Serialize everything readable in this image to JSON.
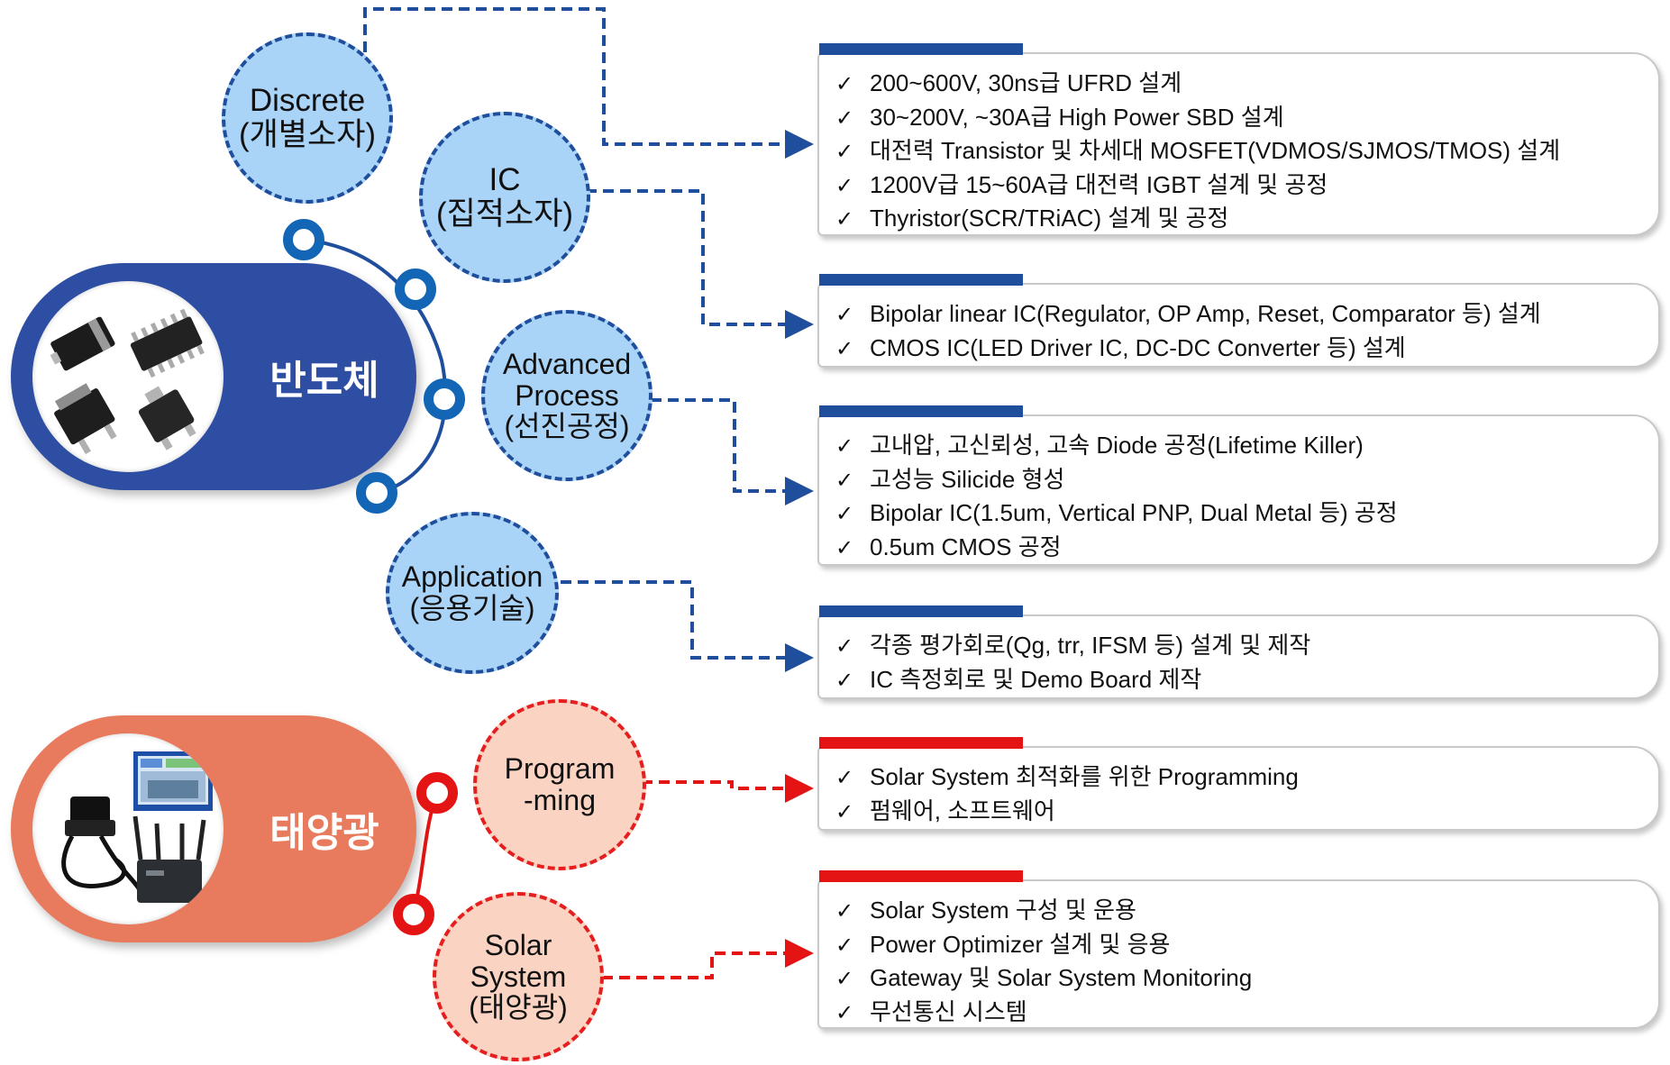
{
  "hubs": {
    "semiconductor": {
      "label": "반도체"
    },
    "solar": {
      "label": "태양광"
    }
  },
  "bubbles": {
    "discrete": "Discrete\n(개별소자)",
    "ic": "IC\n(집적소자)",
    "advanced": "Advanced\nProcess\n(선진공정)",
    "application": "Application\n(응용기술)",
    "programming": "Program\n-ming",
    "solar_system": "Solar\nSystem\n(태양광)"
  },
  "panels": {
    "discrete": [
      "200~600V, 30ns급 UFRD 설계",
      "30~200V, ~30A급 High Power SBD 설계",
      "대전력 Transistor 및 차세대 MOSFET(VDMOS/SJMOS/TMOS) 설계",
      "1200V급 15~60A급 대전력 IGBT 설계 및 공정",
      "Thyristor(SCR/TRiAC) 설계 및 공정"
    ],
    "ic": [
      "Bipolar linear IC(Regulator, OP Amp, Reset, Comparator 등) 설계",
      "CMOS IC(LED Driver IC, DC-DC Converter 등) 설계"
    ],
    "advanced": [
      "고내압, 고신뢰성, 고속 Diode 공정(Lifetime Killer)",
      "고성능 Silicide 형성",
      "Bipolar IC(1.5um, Vertical PNP, Dual Metal 등) 공정",
      "0.5um CMOS 공정"
    ],
    "application": [
      "각종 평가회로(Qg, trr, IFSM 등) 설계 및 제작",
      "IC 측정회로 및 Demo Board 제작"
    ],
    "programming": [
      "Solar System 최적화를 위한 Programming",
      "펌웨어, 소프트웨어"
    ],
    "solar_system": [
      "Solar System 구성 및 운용",
      "Power Optimizer 설계 및 응용",
      "Gateway 및 Solar System Monitoring",
      "무선통신 시스템"
    ]
  },
  "check_mark": "✓",
  "colors": {
    "blue": "#1f4e9c",
    "blue_light": "#aad4f7",
    "red": "#e41414",
    "red_light": "#fbd3c2",
    "hub_blue": "#2d4ea3",
    "hub_orange": "#e87a5d"
  },
  "icons": [
    "semiconductor-chips-image",
    "solar-equipment-image"
  ]
}
